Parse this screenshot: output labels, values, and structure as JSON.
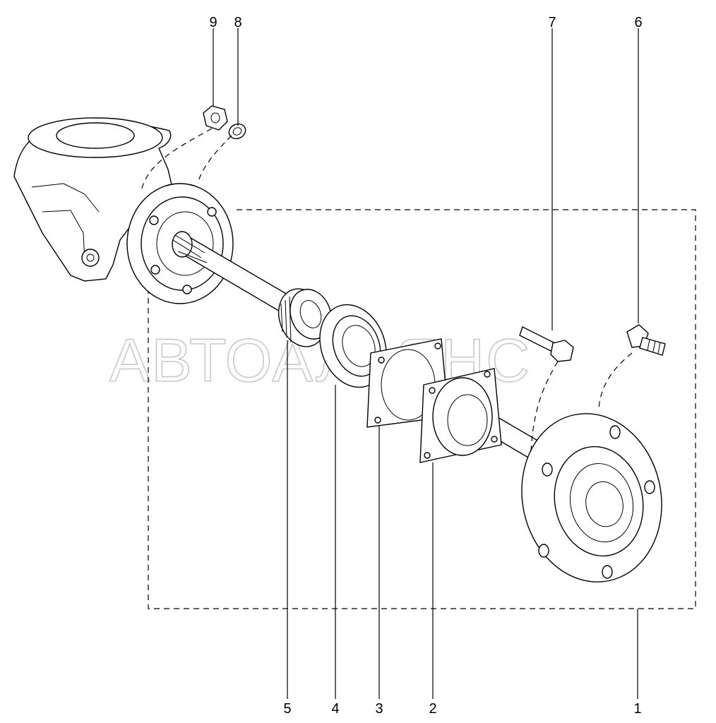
{
  "diagram": {
    "callouts": [
      {
        "id": "label-9",
        "text": "9"
      },
      {
        "id": "label-8",
        "text": "8"
      },
      {
        "id": "label-7",
        "text": "7"
      },
      {
        "id": "label-6",
        "text": "6"
      },
      {
        "id": "label-5",
        "text": "5"
      },
      {
        "id": "label-4",
        "text": "4"
      },
      {
        "id": "label-3",
        "text": "3"
      },
      {
        "id": "label-2",
        "text": "2"
      },
      {
        "id": "label-1",
        "text": "1"
      }
    ],
    "watermark": "АВТОАЛЬЯНС"
  }
}
